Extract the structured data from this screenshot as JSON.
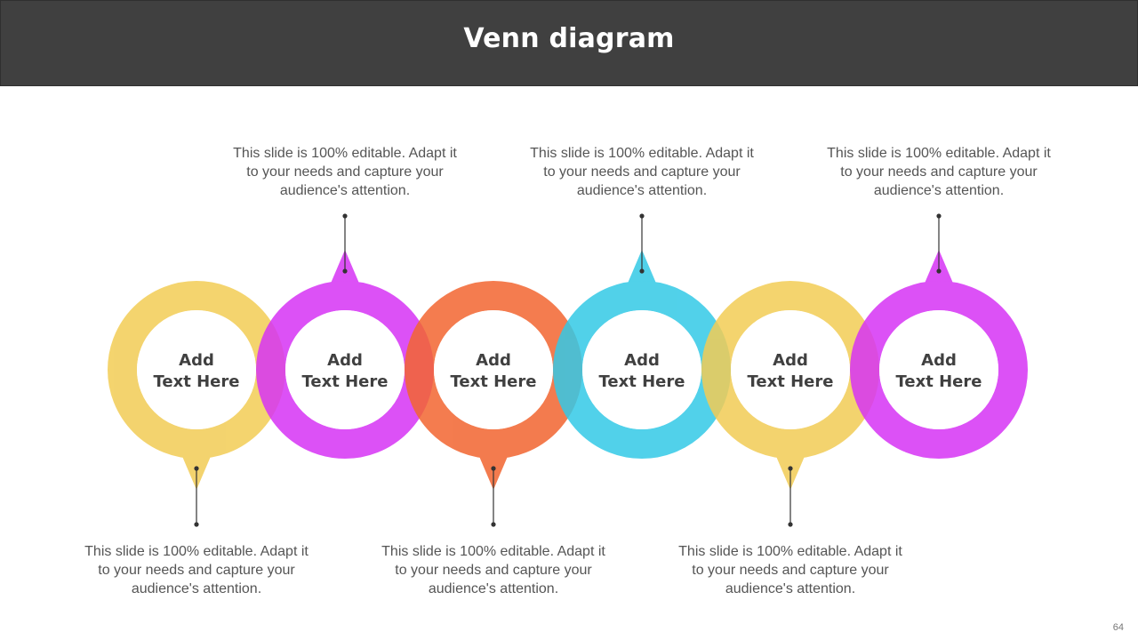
{
  "header": {
    "title": "Venn diagram"
  },
  "diagram": {
    "nodes": [
      {
        "label_line1": "Add",
        "label_line2": "Text Here",
        "color": "#F2CC55",
        "pointer": "down",
        "description": "This slide is 100% editable. Adapt it to your needs and capture your audience's attention."
      },
      {
        "label_line1": "Add",
        "label_line2": "Text Here",
        "color": "#D633F5",
        "pointer": "up",
        "description": "This slide is 100% editable. Adapt it to your needs and capture your audience's attention."
      },
      {
        "label_line1": "Add",
        "label_line2": "Text Here",
        "color": "#F26530",
        "pointer": "down",
        "description": "This slide is 100% editable. Adapt it to your needs and capture your audience's attention."
      },
      {
        "label_line1": "Add",
        "label_line2": "Text Here",
        "color": "#33C9E6",
        "pointer": "up",
        "description": "This slide is 100% editable. Adapt it to your needs and capture your audience's attention."
      },
      {
        "label_line1": "Add",
        "label_line2": "Text Here",
        "color": "#F2CC55",
        "pointer": "down",
        "description": "This slide is 100% editable. Adapt it to your needs and capture your audience's attention."
      },
      {
        "label_line1": "Add",
        "label_line2": "Text Here",
        "color": "#D633F5",
        "pointer": "up",
        "description": "This slide is 100% editable. Adapt it to your needs and capture your audience's attention."
      }
    ]
  },
  "footer": {
    "page_number": "64"
  }
}
